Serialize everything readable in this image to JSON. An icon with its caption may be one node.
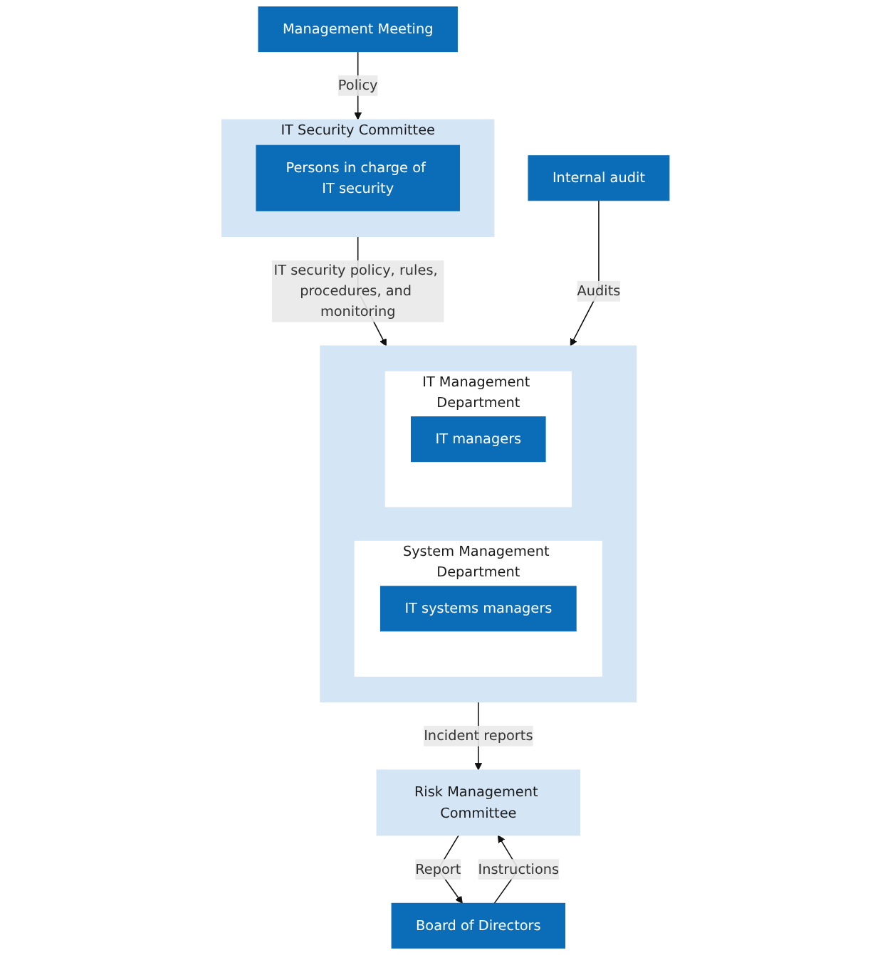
{
  "diagram": {
    "nodes": [
      {
        "text": [
          "Management Meeting"
        ]
      },
      {
        "text": [
          "Board of Directors"
        ]
      },
      {
        "text": [
          "IT Security Committee"
        ]
      },
      {
        "text": [
          "Persons in charge of IT security"
        ],
        "in": 2
      },
      {
        "text": [
          "Risk Management Committee"
        ]
      },
      {
        "text": [],
        "shape": "box"
      },
      {
        "text": [
          "System Management Department"
        ],
        "in": 5
      },
      {
        "text": [
          "IT systems managers"
        ],
        "in": 6
      },
      {
        "text": [
          "IT Management Department"
        ],
        "in": 5
      },
      {
        "text": [
          "IT managers"
        ],
        "in": 8
      },
      {
        "text": [
          "Internal audit"
        ]
      }
    ],
    "edges": [
      {
        "from": 0,
        "to": 2,
        "arrow": "to",
        "label": "Policy"
      },
      {
        "from": 1,
        "to": 4,
        "arrow": "to",
        "label": "Instructions"
      },
      {
        "from": 4,
        "to": 1,
        "arrow": "to",
        "label": "Report"
      },
      {
        "from": 2,
        "to": 5,
        "arrow": "to",
        "label": "IT security policy, rules, procedures, and monitoring"
      },
      {
        "from": 5,
        "to": 4,
        "arrow": "to",
        "label": "Incident reports"
      },
      {
        "from": 10,
        "to": 5,
        "arrow": "to",
        "label": "Audits"
      }
    ]
  }
}
